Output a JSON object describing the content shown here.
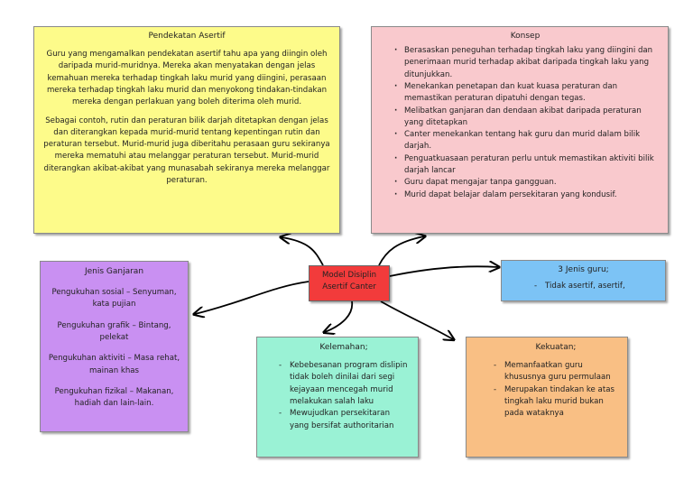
{
  "center": {
    "line1": "Model Disiplin",
    "line2": "Asertif Canter"
  },
  "pendekatan": {
    "title": "Pendekatan Asertif",
    "para1": "Guru yang mengamalkan pendekatan asertif tahu apa yang diingin oleh daripada murid-muridnya. Mereka akan menyatakan dengan jelas kemahuan mereka terhadap tingkah laku murid yang diingini, perasaan mereka terhadap tingkah laku murid dan menyokong tindakan-tindakan mereka dengan perlakuan yang boleh diterima oleh murid.",
    "para2": "Sebagai contoh, rutin dan peraturan bilik darjah ditetapkan dengan jelas dan diterangkan kepada murid-murid tentang kepentingan rutin dan peraturan tersebut. Murid-murid juga diberitahu perasaan guru sekiranya mereka mematuhi atau melanggar peraturan tersebut. Murid-murid diterangkan akibat-akibat yang munasabah sekiranya mereka melanggar peraturan."
  },
  "konsep": {
    "title": "Konsep",
    "items": [
      "Berasaskan peneguhan terhadap tingkah laku yang diingini dan penerimaan murid terhadap akibat daripada tingkah laku yang ditunjukkan.",
      "Menekankan penetapan dan kuat kuasa peraturan dan memastikan peraturan dipatuhi dengan tegas.",
      "Melibatkan ganjaran dan dendaan akibat daripada peraturan yang ditetapkan",
      "Canter menekankan tentang hak guru dan murid dalam bilik darjah.",
      "Penguatkuasaan peraturan perlu untuk memastikan aktiviti bilik darjah lancar",
      "Guru dapat mengajar tanpa gangguan.",
      "Murid dapat belajar dalam persekitaran yang kondusif."
    ]
  },
  "ganjaran": {
    "title": "Jenis Ganjaran",
    "items": [
      "Pengukuhan sosial – Senyuman, kata pujian",
      "Pengukuhan grafik – Bintang, pelekat",
      "Pengukuhan aktiviti – Masa rehat, mainan khas",
      "Pengukuhan fizikal – Makanan, hadiah dan lain-lain."
    ]
  },
  "guru": {
    "title": "3 Jenis guru;",
    "items": [
      "Tidak asertif, asertif,"
    ]
  },
  "kelemahan": {
    "title": "Kelemahan;",
    "items": [
      "Kebebesanan program dislipin tidak boleh dinilai dari segi kejayaan mencegah murid melakukan salah laku",
      "Mewujudkan persekitaran yang bersifat authoritarian"
    ]
  },
  "kekuatan": {
    "title": "Kekuatan;",
    "items": [
      "Memanfaatkan guru khususnya guru permulaan",
      "Merupakan tindakan ke atas tingkah laku murid bukan pada wataknya"
    ]
  }
}
